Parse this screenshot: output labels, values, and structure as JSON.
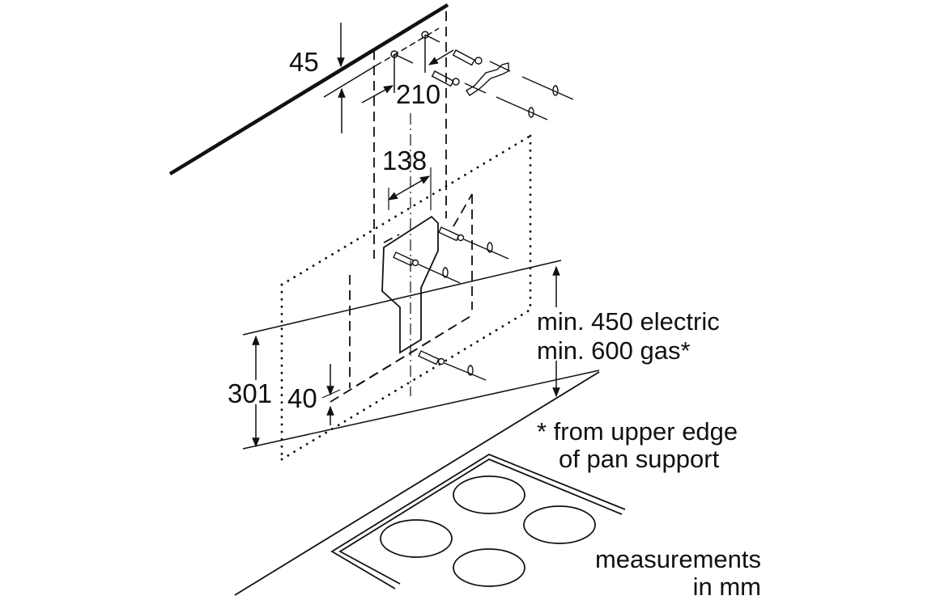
{
  "diagram": {
    "type": "installation-dimension-drawing",
    "subject": "Wall-mounted chimney cooker hood mounting",
    "dimensions": {
      "ceiling_offset": "45",
      "upper_hole_spacing": "210",
      "bracket_width": "138",
      "bracket_height": "301",
      "lower_offset": "40"
    },
    "clearance": {
      "line1": "min. 450 electric",
      "line2": "min. 600 gas*"
    },
    "footnote": {
      "line1": "* from upper edge",
      "line2": "of pan support"
    },
    "units_note": {
      "line1": "measurements",
      "line2": "in mm"
    },
    "colors": {
      "ink": "#111111",
      "background": "#ffffff"
    }
  }
}
